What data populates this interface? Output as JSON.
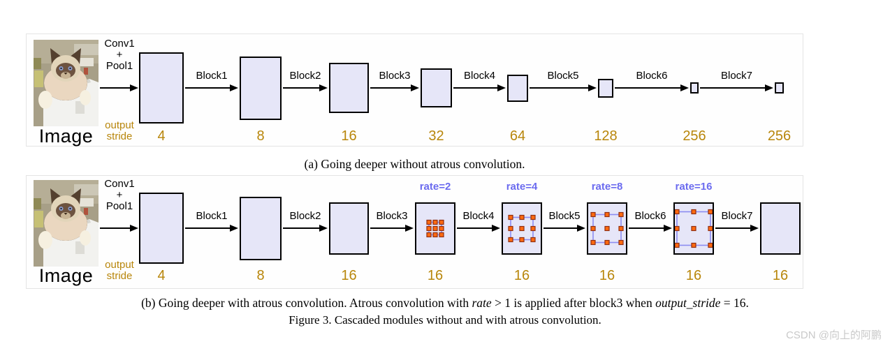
{
  "colors": {
    "block_fill": "#e6e6f8",
    "block_border": "#000000",
    "panel_border": "#e4e4e4",
    "stride_text": "#b8860b",
    "rate_text": "#6b6bef",
    "dot_fill": "#ff6a10",
    "dot_border": "#8f2d10",
    "grid_line": "#8c8cf0",
    "watermark_text": "#c9c9c9"
  },
  "figure_caption": "Figure 3. Cascaded modules without and with atrous convolution.",
  "watermark": "CSDN @向上的阿鹏",
  "panels": [
    {
      "id": "a",
      "image_label": "Image",
      "input_label_lines": [
        "Conv1",
        "+",
        "Pool1"
      ],
      "output_stride_label_lines": [
        "output",
        "stride"
      ],
      "caption_segments": [
        {
          "text": "(a) Going deeper without atrous convolution.",
          "italic": false
        }
      ],
      "blocks": [
        {
          "stride": "4"
        },
        {
          "arrow_label": "Block1",
          "stride": "8"
        },
        {
          "arrow_label": "Block2",
          "stride": "16"
        },
        {
          "arrow_label": "Block3",
          "stride": "32"
        },
        {
          "arrow_label": "Block4",
          "stride": "64"
        },
        {
          "arrow_label": "Block5",
          "stride": "128"
        },
        {
          "arrow_label": "Block6",
          "stride": "256"
        },
        {
          "arrow_label": "Block7",
          "stride": "256"
        }
      ]
    },
    {
      "id": "b",
      "image_label": "Image",
      "input_label_lines": [
        "Conv1",
        "+",
        "Pool1"
      ],
      "output_stride_label_lines": [
        "output",
        "stride"
      ],
      "caption_segments": [
        {
          "text": "(b) Going deeper with atrous convolution. Atrous convolution with ",
          "italic": false
        },
        {
          "text": "rate",
          "italic": true
        },
        {
          "text": " > 1 is applied after block3 when ",
          "italic": false
        },
        {
          "text": "output_stride",
          "italic": true
        },
        {
          "text": " = 16.",
          "italic": false
        }
      ],
      "blocks": [
        {
          "stride": "4"
        },
        {
          "arrow_label": "Block1",
          "stride": "8"
        },
        {
          "arrow_label": "Block2",
          "stride": "16"
        },
        {
          "arrow_label": "Block3",
          "stride": "16",
          "rate": "rate=2"
        },
        {
          "arrow_label": "Block4",
          "stride": "16",
          "rate": "rate=4"
        },
        {
          "arrow_label": "Block5",
          "stride": "16",
          "rate": "rate=8"
        },
        {
          "arrow_label": "Block6",
          "stride": "16",
          "rate": "rate=16"
        },
        {
          "arrow_label": "Block7",
          "stride": "16"
        }
      ]
    }
  ]
}
